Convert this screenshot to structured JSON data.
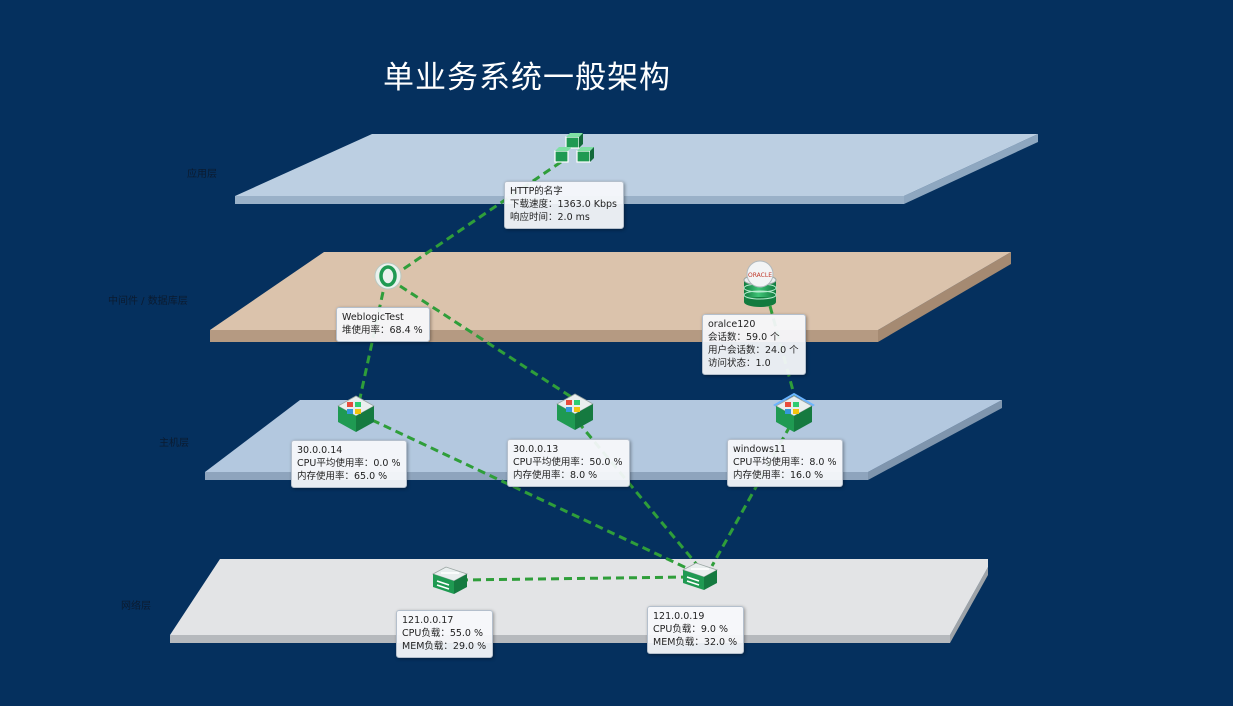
{
  "title": "单业务系统一般架构",
  "layers": {
    "app": "应用层",
    "middleware": "中间件 / 数据库层",
    "host": "主机层",
    "network": "网络层"
  },
  "nodes": {
    "http": {
      "lines": [
        "HTTP的名字",
        "下载速度：1363.0 Kbps",
        "响应时间：2.0 ms"
      ]
    },
    "weblogic": {
      "lines": [
        "WeblogicTest",
        "堆使用率：68.4 %"
      ]
    },
    "oracle": {
      "icon_label": "ORACLE",
      "lines": [
        "oralce120",
        "会话数：59.0 个",
        "用户会话数：24.0 个",
        "访问状态：1.0"
      ]
    },
    "host1": {
      "lines": [
        "30.0.0.14",
        "CPU平均使用率：0.0 %",
        "内存使用率：65.0 %"
      ]
    },
    "host2": {
      "lines": [
        "30.0.0.13",
        "CPU平均使用率：50.0 %",
        "内存使用率：8.0 %"
      ]
    },
    "host3": {
      "lines": [
        "windows11",
        "CPU平均使用率：8.0 %",
        "内存使用率：16.0 %"
      ]
    },
    "sw1": {
      "lines": [
        "121.0.0.17",
        "CPU负载：55.0 %",
        "MEM负载：29.0 %"
      ]
    },
    "sw2": {
      "lines": [
        "121.0.0.19",
        "CPU负载：9.0 %",
        "MEM负载：32.0 %"
      ]
    }
  },
  "colors": {
    "background": "#05305e",
    "app_layer": "#bccfe2",
    "middleware_layer": "#dbc3ac",
    "host_layer": "#b3c8df",
    "network_layer": "#e3e4e6",
    "link": "#2f9e3a",
    "icon_green": "#1f9a52"
  }
}
